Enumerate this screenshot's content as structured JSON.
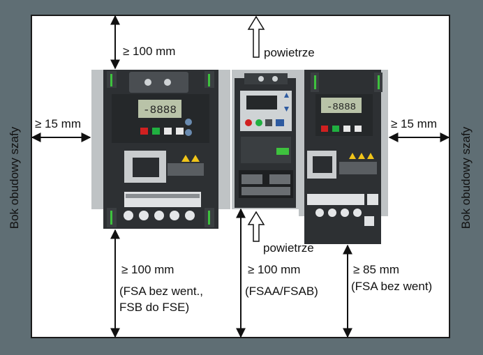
{
  "side_label": "Bok obudowy szafy",
  "dims": {
    "top": "≥ 100 mm",
    "left": "≥ 15 mm",
    "right": "≥ 15 mm",
    "bottom_left": "≥ 100 mm",
    "bottom_left_note1": "(FSA bez went.,",
    "bottom_left_note2": "FSB do FSE)",
    "bottom_mid": "≥ 100 mm",
    "bottom_mid_note": "(FSAA/FSAB)",
    "bottom_right": "≥ 85 mm",
    "bottom_right_note": "(FSA bez went)"
  },
  "airflow_top": "powietrze",
  "airflow_bottom": "powietrze",
  "colors": {
    "frame": "#5f6e74",
    "cabinet": "#ffffff",
    "device_body": "#2d3033",
    "arrow": "#111111"
  }
}
